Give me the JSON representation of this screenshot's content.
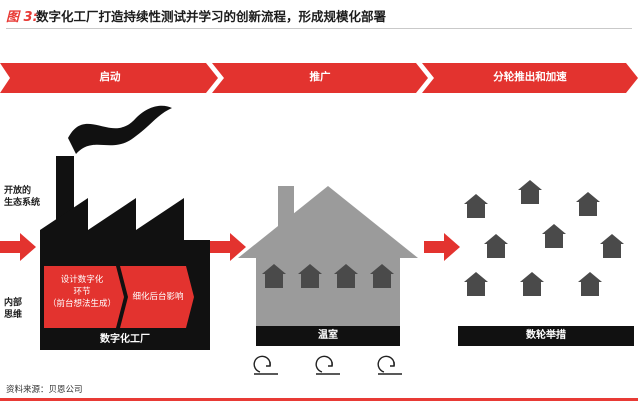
{
  "header": {
    "figure_label": "图 3:",
    "title": "数字化工厂打造持续性测试并学习的创新流程，形成规模化部署"
  },
  "phases": [
    {
      "label": "启动"
    },
    {
      "label": "推广"
    },
    {
      "label": "分轮推出和加速"
    }
  ],
  "side_labels": {
    "ecosystem": "开放的\n生态系统",
    "mindset": "内部\n思维"
  },
  "factory": {
    "step1": "设计数字化\n环节\n（前台想法生成）",
    "step2": "细化后台影响",
    "caption": "数字化工厂"
  },
  "greenhouse": {
    "caption": "温室"
  },
  "scale": {
    "caption": "数轮举措"
  },
  "footer": {
    "source": "资料来源：贝恩公司"
  },
  "colors": {
    "accent": "#e3332f",
    "dark": "#111111",
    "house_gray": "#9b9b9b",
    "house_icon": "#4a4a4a"
  }
}
